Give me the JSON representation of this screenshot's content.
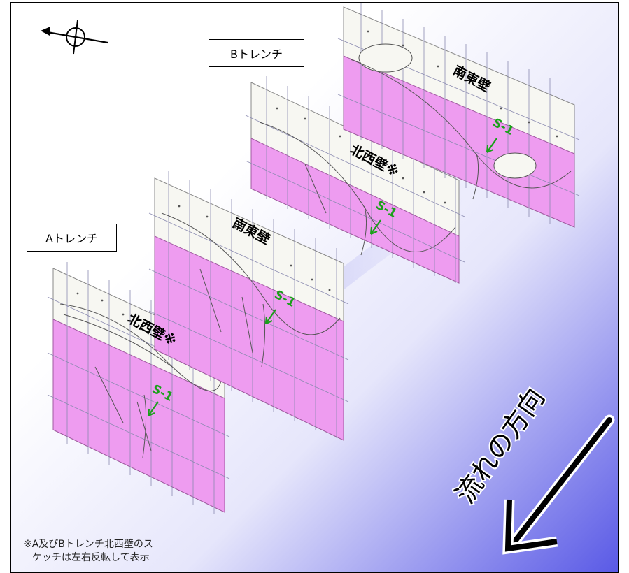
{
  "labels": {
    "trench_b": "Bトレンチ",
    "trench_a": "Aトレンチ",
    "flow_direction": "流れの方向"
  },
  "panels": [
    {
      "id": "a-northwest",
      "wall": "北西壁※",
      "fault": "S-1"
    },
    {
      "id": "a-southeast",
      "wall": "南東壁",
      "fault": "S-1"
    },
    {
      "id": "b-northwest",
      "wall": "北西壁※",
      "fault": "S-1"
    },
    {
      "id": "b-southeast",
      "wall": "南東壁",
      "fault": "S-1"
    }
  ],
  "footnote": {
    "line1": "※A及びBトレンチ北西壁のス",
    "line2": "ケッチは左右反転して表示"
  },
  "colors": {
    "bedrock": "#ee9cf0",
    "fault_label": "#1aa01a",
    "gradient_end": "#5a5ae6",
    "grid": "#8a8ab0"
  },
  "icons": {
    "north_arrow": "north-arrow-icon",
    "flow_arrow": "flow-arrow-icon"
  }
}
